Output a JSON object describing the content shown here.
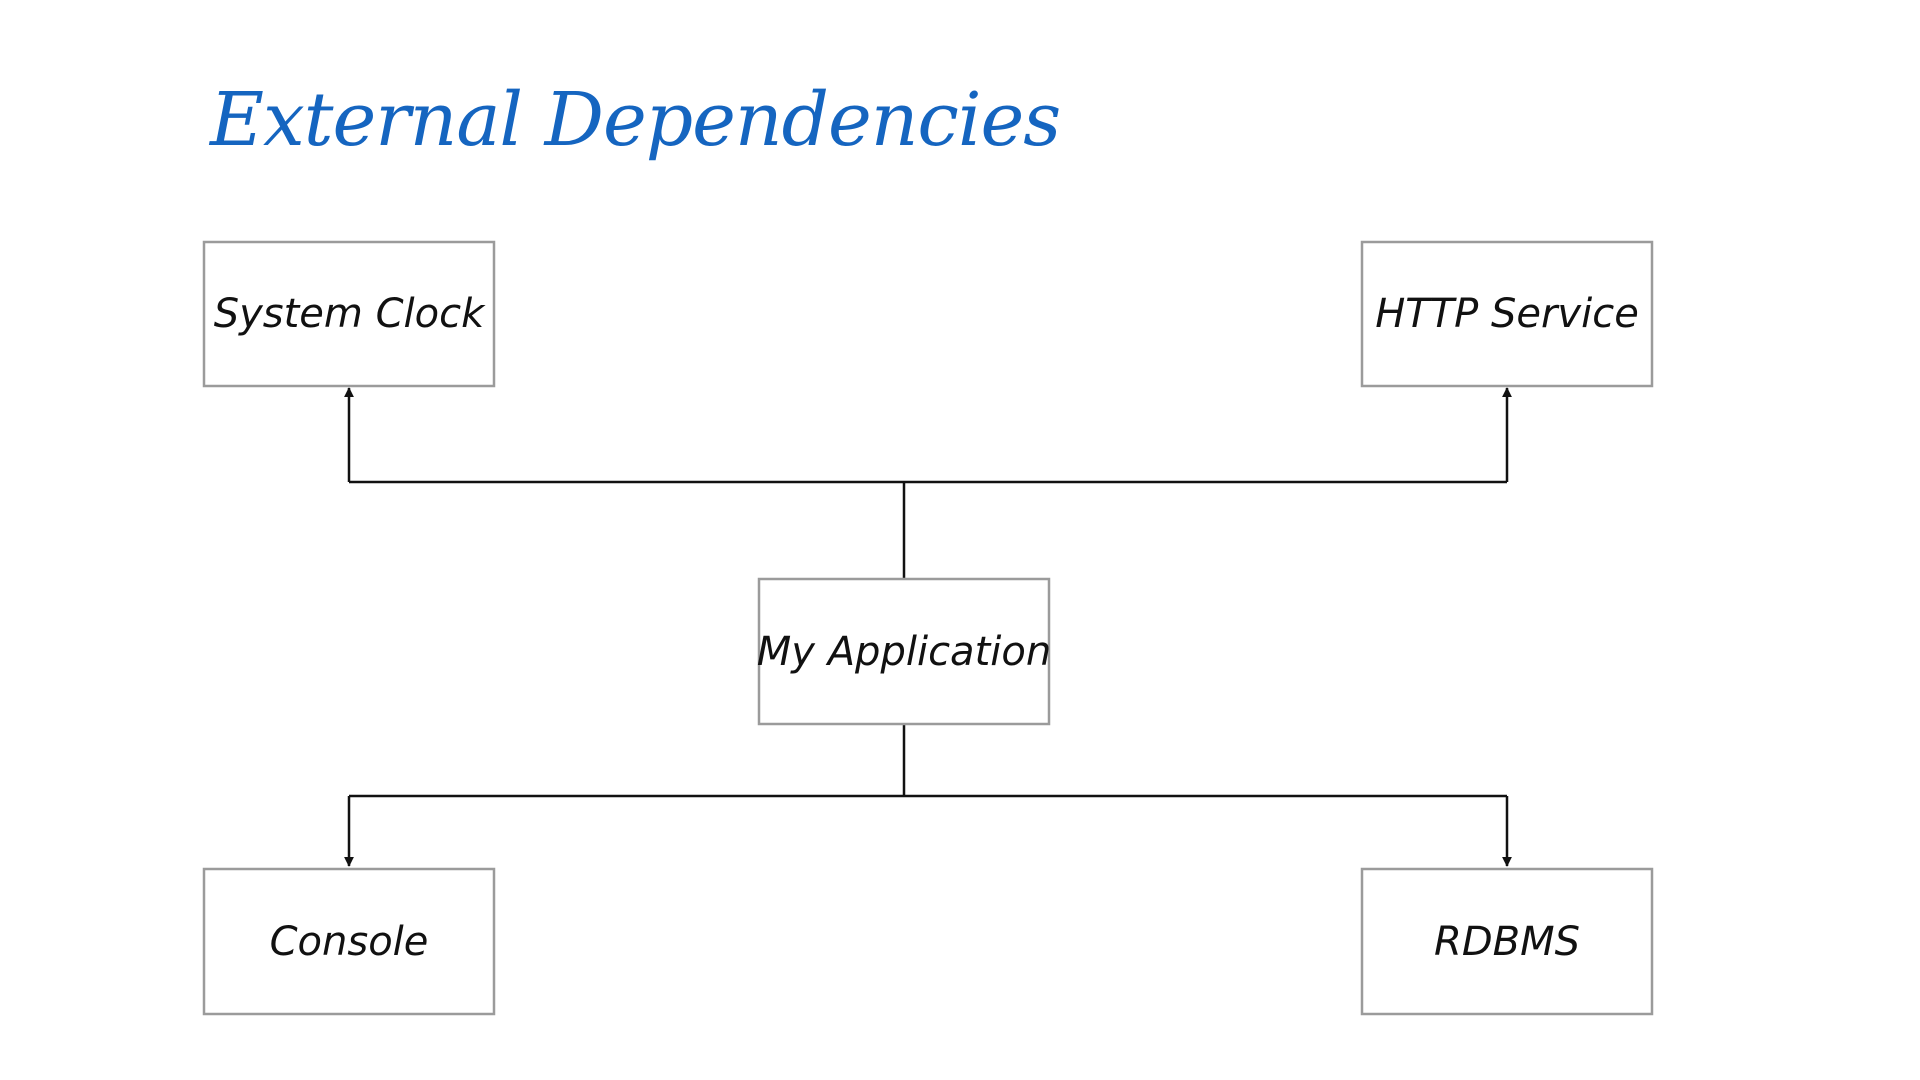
{
  "slide": {
    "title": "External Dependencies",
    "title_color": "#1565c0"
  },
  "diagram": {
    "center_node": {
      "id": "app",
      "label": "My Application"
    },
    "nodes": [
      {
        "id": "clock",
        "label": "System Clock"
      },
      {
        "id": "http",
        "label": "HTTP Service"
      },
      {
        "id": "console",
        "label": "Console"
      },
      {
        "id": "rdbms",
        "label": "RDBMS"
      }
    ],
    "edges": [
      {
        "from": "app",
        "to": "clock"
      },
      {
        "from": "app",
        "to": "http"
      },
      {
        "from": "app",
        "to": "console"
      },
      {
        "from": "app",
        "to": "rdbms"
      }
    ],
    "colors": {
      "box_border": "#9b9b9b",
      "connector": "#111111",
      "text": "#111111"
    }
  }
}
